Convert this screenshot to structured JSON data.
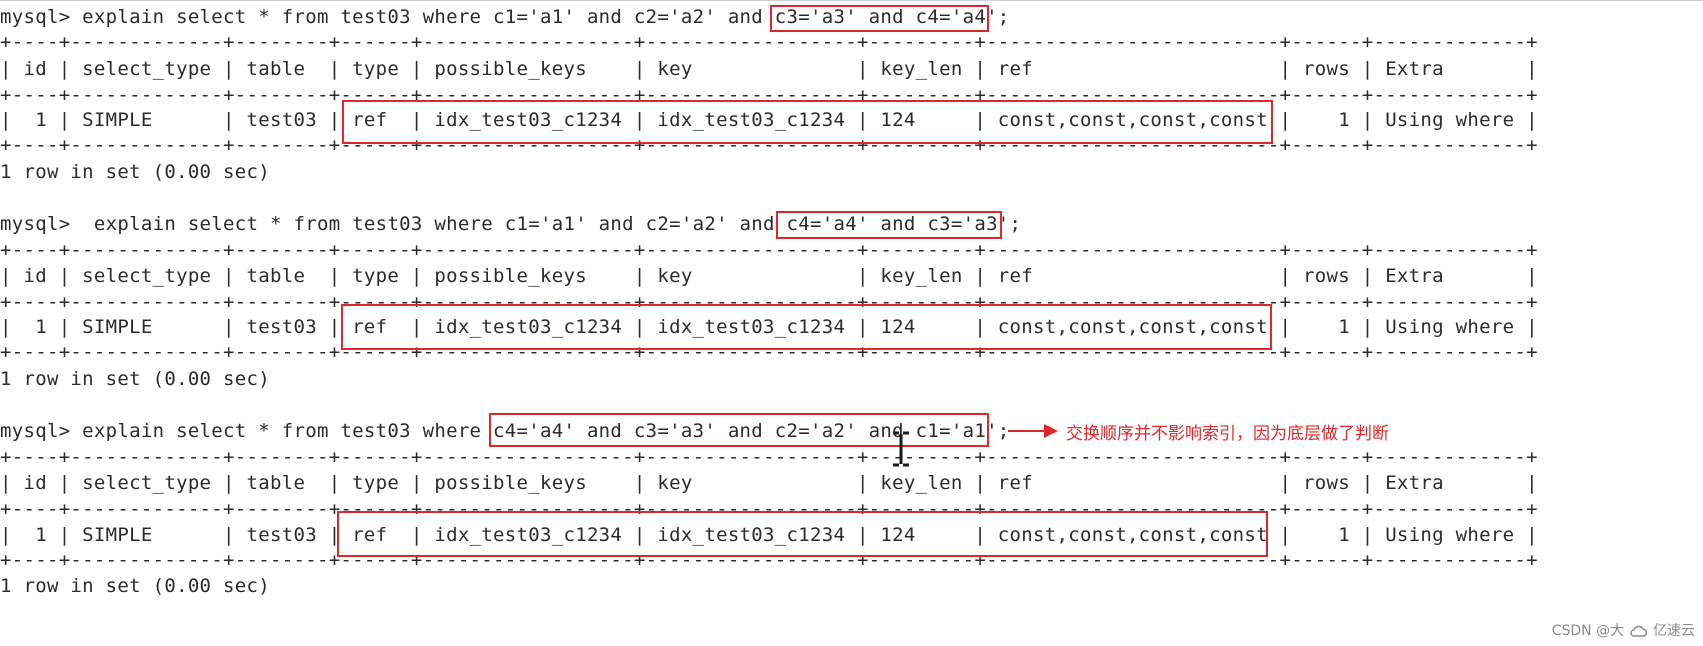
{
  "blocks": [
    {
      "command": "mysql> explain select * from test03 where c1='a1' and c2='a2' and c3='a3' and c4='a4';",
      "border": "+----+-------------+--------+------+------------------+------------------+---------+-------------------------+------+-------------+",
      "header": "| id | select_type | table  | type | possible_keys    | key              | key_len | ref                     | rows | Extra       |",
      "row": "|  1 | SIMPLE      | test03 | ref  | idx_test03_c1234 | idx_test03_c1234 | 124     | const,const,const,const |    1 | Using where |",
      "footer": "1 row in set (0.00 sec)"
    },
    {
      "command": "mysql>  explain select * from test03 where c1='a1' and c2='a2' and c4='a4' and c3='a3';",
      "border": "+----+-------------+--------+------+------------------+------------------+---------+-------------------------+------+-------------+",
      "header": "| id | select_type | table  | type | possible_keys    | key              | key_len | ref                     | rows | Extra       |",
      "row": "|  1 | SIMPLE      | test03 | ref  | idx_test03_c1234 | idx_test03_c1234 | 124     | const,const,const,const |    1 | Using where |",
      "footer": "1 row in set (0.00 sec)"
    },
    {
      "command": "mysql> explain select * from test03 where c4='a4' and c3='a3' and c2='a2' and c1='a1';",
      "border": "+----+-------------+--------+------+------------------+------------------+---------+-------------------------+------+-------------+",
      "header": "| id | select_type | table  | type | possible_keys    | key              | key_len | ref                     | rows | Extra       |",
      "row": "|  1 | SIMPLE      | test03 | ref  | idx_test03_c1234 | idx_test03_c1234 | 124     | const,const,const,const |    1 | Using where |",
      "footer": "1 row in set (0.00 sec)"
    }
  ],
  "annotation": {
    "text": "交换顺序并不影响索引，因为底层做了判断",
    "color": "#e0272b"
  },
  "watermark": {
    "text": "CSDN @大",
    "brand": "亿速云"
  },
  "colors": {
    "highlight": "#e0272b",
    "text": "#2b2b2b"
  }
}
